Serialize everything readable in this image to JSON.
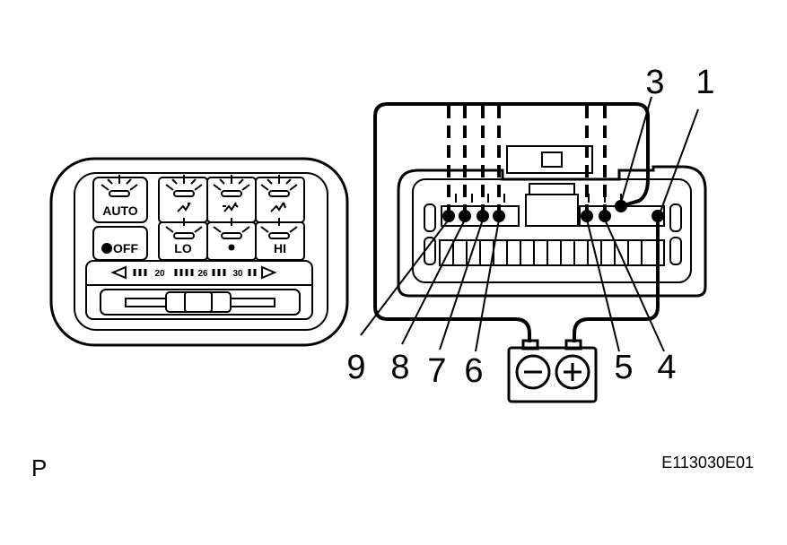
{
  "panel": {
    "buttons": {
      "auto": "AUTO",
      "off": "OFF",
      "lo": "LO",
      "hi": "HI"
    },
    "scale": {
      "t20": "20",
      "t26": "26",
      "t30": "30"
    }
  },
  "connector": {
    "pins": {
      "p1": "1",
      "p3": "3",
      "p9": "9",
      "p8": "8",
      "p7": "7",
      "p6": "6",
      "p5": "5",
      "p4": "4"
    }
  },
  "footer": {
    "view_letter": "P",
    "figure_code": "E113030E01"
  }
}
